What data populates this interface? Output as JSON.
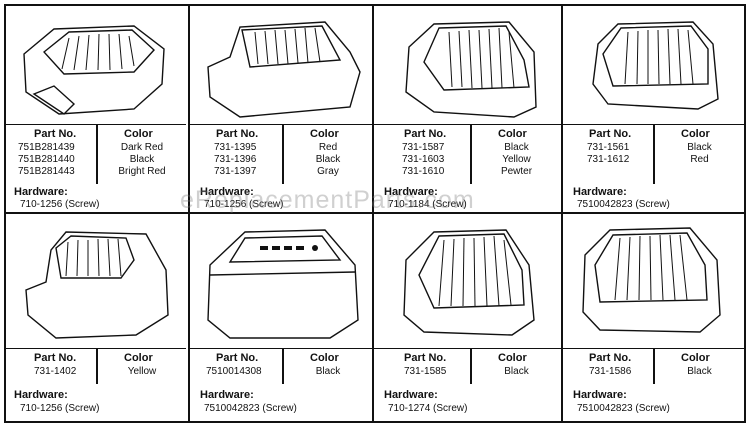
{
  "watermark": "eReplacementParts.com",
  "labels": {
    "part_no": "Part No.",
    "color": "Color",
    "hardware": "Hardware:"
  },
  "cells": [
    {
      "parts": [
        "751B281439",
        "751B281440",
        "751B281443"
      ],
      "colors": [
        "Dark Red",
        "Black",
        "Bright Red"
      ],
      "hardware": "710-1256 (Screw)"
    },
    {
      "parts": [
        "731-1395",
        "731-1396",
        "731-1397"
      ],
      "colors": [
        "Red",
        "Black",
        "Gray"
      ],
      "hardware": "710-1256 (Screw)"
    },
    {
      "parts": [
        "731-1587",
        "731-1603",
        "731-1610"
      ],
      "colors": [
        "Black",
        "Yellow",
        "Pewter"
      ],
      "hardware": "710-1184 (Screw)"
    },
    {
      "parts": [
        "731-1561",
        "731-1612"
      ],
      "colors": [
        "Black",
        "Red"
      ],
      "hardware": "7510042823 (Screw)"
    },
    {
      "parts": [
        "731-1402"
      ],
      "colors": [
        "Yellow"
      ],
      "hardware": "710-1256 (Screw)"
    },
    {
      "parts": [
        "7510014308"
      ],
      "colors": [
        "Black"
      ],
      "hardware": "7510042823 (Screw)"
    },
    {
      "parts": [
        "731-1585"
      ],
      "colors": [
        "Black"
      ],
      "hardware": "710-1274 (Screw)"
    },
    {
      "parts": [
        "731-1586"
      ],
      "colors": [
        "Black"
      ],
      "hardware": "7510042823 (Screw)"
    }
  ]
}
